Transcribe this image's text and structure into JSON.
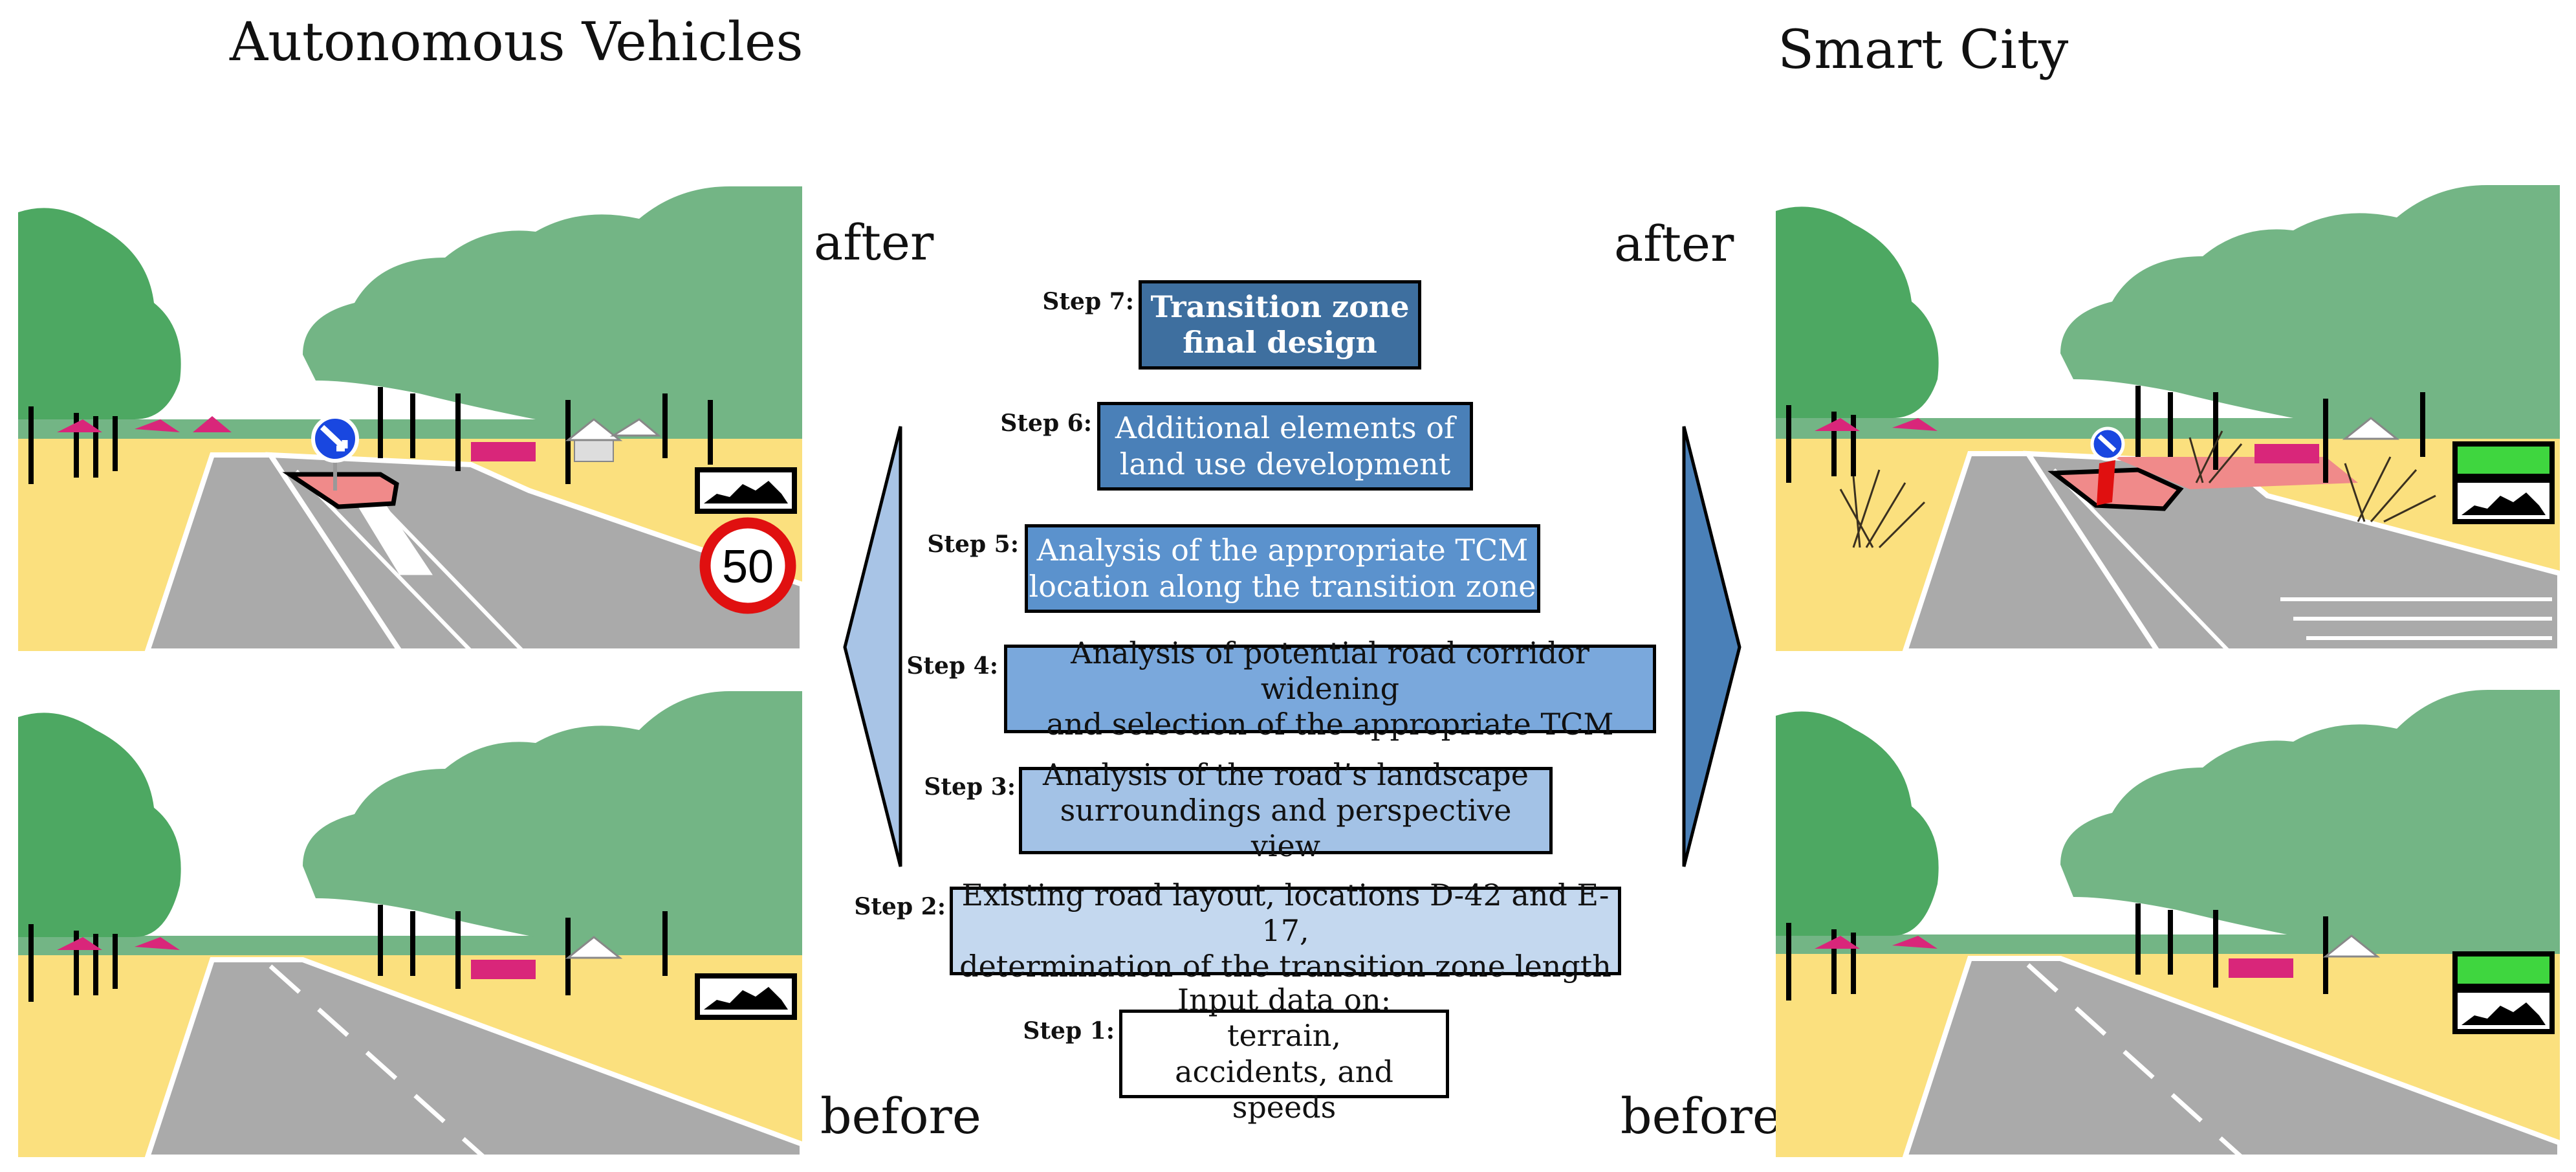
{
  "titles": {
    "left": "Autonomous Vehicles",
    "right": "Smart City"
  },
  "labels": {
    "after": "after",
    "before": "before"
  },
  "sign_speed": "50",
  "colors": {
    "grass": "#fbe07e",
    "road": "#aaaaaa",
    "tree_dark": "#4da862",
    "tree_light": "#73b585",
    "roof": "#d9267a",
    "island": "#f08a8a",
    "sign_blue": "#1947e0",
    "speed_red": "#e01010",
    "green_panel": "#3fd63f",
    "arrow_left": "#a8c4e6",
    "arrow_right": "#4a80b8"
  },
  "steps": [
    {
      "label": "Step 7:",
      "text": "Transition zone\nfinal design",
      "fill": "#3e6f9f",
      "color": "#ffffff",
      "bold": true
    },
    {
      "label": "Step 6:",
      "text": "Additional elements of\nland use development",
      "fill": "#4a80b8",
      "color": "#ffffff",
      "bold": false
    },
    {
      "label": "Step 5:",
      "text": "Analysis of the appropriate TCM\nlocation along the transition zone",
      "fill": "#5b92cd",
      "color": "#ffffff",
      "bold": false
    },
    {
      "label": "Step 4:",
      "text": "Analysis of potential road corridor widening\nand selection of the appropriate TCM",
      "fill": "#7aa8dc",
      "color": "#111111",
      "bold": false
    },
    {
      "label": "Step 3:",
      "text": "Analysis of the road’s landscape\nsurroundings and perspective view",
      "fill": "#a3c2e6",
      "color": "#111111",
      "bold": false
    },
    {
      "label": "Step 2:",
      "text": "Existing road layout, locations D-42 and E-17,\ndetermination of the transition zone length",
      "fill": "#c4d8ef",
      "color": "#111111",
      "bold": false
    },
    {
      "label": "Step 1:",
      "text": "Input data on: terrain,\naccidents, and speeds",
      "fill": "#ffffff",
      "color": "#111111",
      "bold": false
    }
  ]
}
